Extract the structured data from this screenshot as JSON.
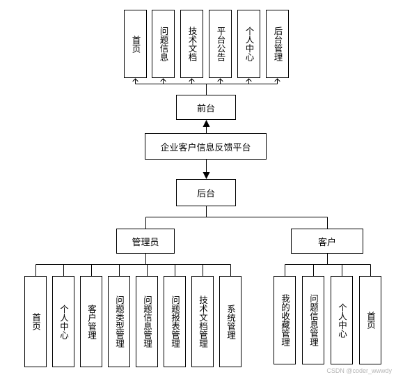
{
  "diagram": {
    "front_modules": [
      "首页",
      "问题信息",
      "技术文档",
      "平台公告",
      "个人中心",
      "后台管理"
    ],
    "front_node": "前台",
    "root_node": "企业客户信息反馈平台",
    "back_node": "后台",
    "admin_node": "管理员",
    "customer_node": "客户",
    "admin_modules": [
      "首页",
      "个人中心",
      "客户管理",
      "问题类型管理",
      "问题信息管理",
      "问题报表管理",
      "技术文档管理",
      "系统管理"
    ],
    "customer_modules": [
      "我的收藏管理",
      "问题信息管理",
      "个人中心",
      "首页"
    ]
  },
  "watermark": "CSDN @coder_wwwdy"
}
